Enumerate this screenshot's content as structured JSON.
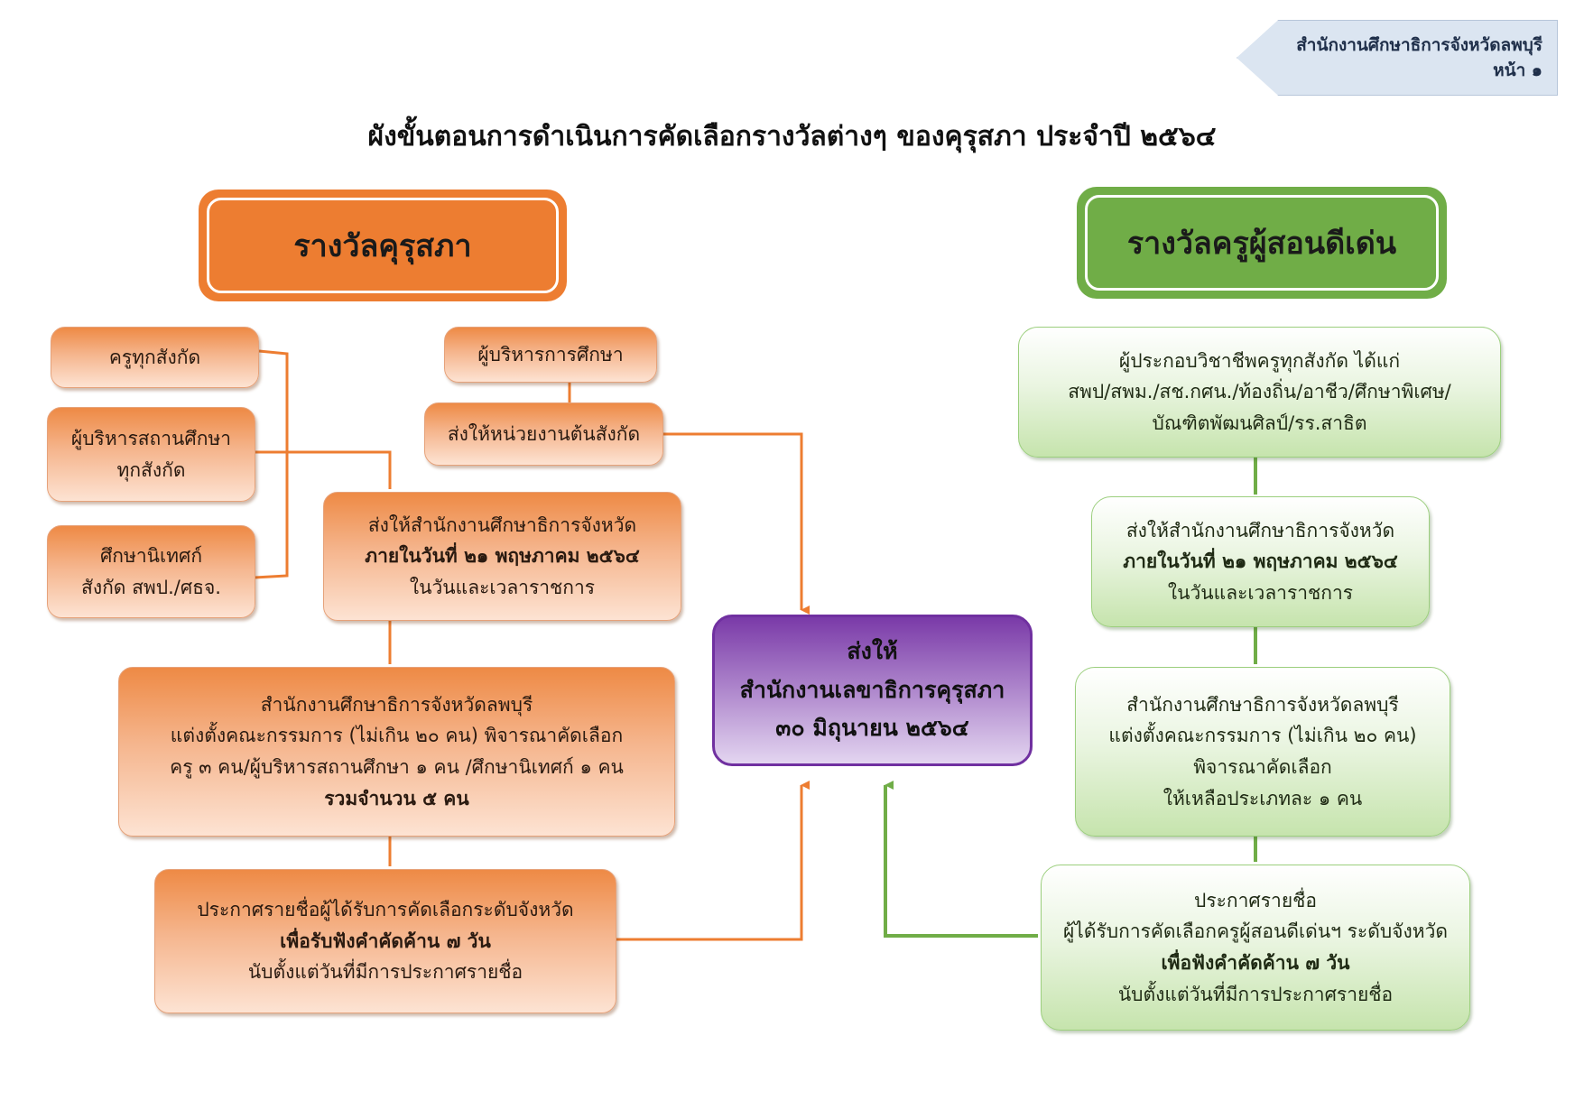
{
  "page_tag": {
    "office": "สำนักงานศึกษาธิการจังหวัดลพบุรี",
    "page": "หน้า ๑"
  },
  "title": "ผังขั้นตอนการดำเนินการคัดเลือกรางวัลต่างๆ ของคุรุสภา ประจำปี ๒๕๖๔",
  "left": {
    "header": "รางวัลคุรุสภา",
    "teachers": "ครูทุกสังกัด",
    "school_admin": {
      "line1": "ผู้บริหารสถานศึกษา",
      "line2": "ทุกสังกัด"
    },
    "supervisor": {
      "line1": "ศึกษานิเทศก์",
      "line2": "สังกัด สพป./ศธจ."
    },
    "edu_admin": "ผู้บริหารการศึกษา",
    "send_affiliation": "ส่งให้หน่วยงานต้นสังกัด",
    "send_office": {
      "line1": "ส่งให้สำนักงานศึกษาธิการจังหวัด",
      "line2": "ภายในวันที่ ๒๑ พฤษภาคม ๒๕๖๔",
      "line3": "ในวันและเวลาราชการ"
    },
    "committee": {
      "line1": "สำนักงานศึกษาธิการจังหวัดลพบุรี",
      "line2": "แต่งตั้งคณะกรรมการ (ไม่เกิน ๒๐ คน) พิจารณาคัดเลือก",
      "line3": "ครู ๓ คน/ผู้บริหารสถานศึกษา ๑ คน /ศึกษานิเทศก์ ๑ คน",
      "line4": "รวมจำนวน ๕ คน"
    },
    "announce": {
      "line1": "ประกาศรายชื่อผู้ได้รับการคัดเลือกระดับจังหวัด",
      "line2": "เพื่อรับฟังคำคัดค้าน ๗ วัน",
      "line3": "นับตั้งแต่วันที่มีการประกาศรายชื่อ"
    }
  },
  "center": {
    "line1": "ส่งให้",
    "line2": "สำนักงานเลขาธิการคุรุสภา",
    "line3": "๓๐ มิถุนายน ๒๕๖๔"
  },
  "right": {
    "header": "รางวัลครูผู้สอนดีเด่น",
    "eligible": {
      "line1": "ผู้ประกอบวิชาชีพครูทุกสังกัด ได้แก่",
      "line2": "สพป/สพม./สช.กศน./ท้องถิ่น/อาชีว/ศึกษาพิเศษ/",
      "line3": "บัณฑิตพัฒนศิลป์/รร.สาธิต"
    },
    "send_office": {
      "line1": "ส่งให้สำนักงานศึกษาธิการจังหวัด",
      "line2": "ภายในวันที่ ๒๑ พฤษภาคม ๒๕๖๔",
      "line3": "ในวันและเวลาราชการ"
    },
    "committee": {
      "line1": "สำนักงานศึกษาธิการจังหวัดลพบุรี",
      "line2": "แต่งตั้งคณะกรรมการ (ไม่เกิน ๒๐ คน)",
      "line3": "พิจารณาคัดเลือก",
      "line4": "ให้เหลือประเภทละ ๑ คน"
    },
    "announce": {
      "line1": "ประกาศรายชื่อ",
      "line2": "ผู้ได้รับการคัดเลือกครูผู้สอนดีเด่นฯ ระดับจังหวัด",
      "line3": "เพื่อฟังคำคัดค้าน ๗ วัน",
      "line4": "นับตั้งแต่วันที่มีการประกาศรายชื่อ"
    }
  },
  "colors": {
    "orange": "#ed7d31",
    "green": "#70ad47",
    "purple": "#7030a0"
  }
}
